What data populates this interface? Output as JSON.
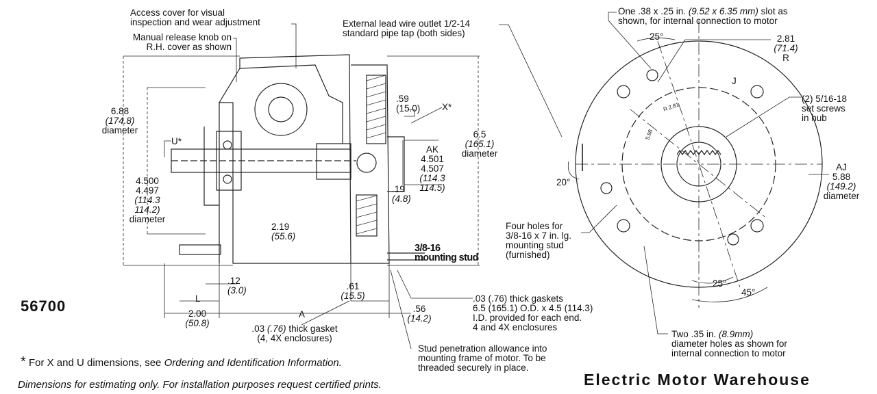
{
  "model": "56700",
  "brand": "Electric Motor Warehouse",
  "footnote": {
    "star": "*",
    "text_before": "For X and U dimensions, see ",
    "text_italic": "Ordering and Identification Information."
  },
  "disclaimer": "Dimensions for estimating only. For installation purposes request certified prints.",
  "side_view": {
    "access_cover": [
      "Access cover for visual",
      "inspection and wear adjustment"
    ],
    "release_knob": [
      "Manual release knob on",
      "R.H. cover as shown"
    ],
    "lead_wire": [
      "External lead wire outlet 1/2-14",
      "standard pipe tap (both sides)"
    ],
    "dim_688": "6.88",
    "dim_688_mm": "(174.8)",
    "dim_688_label": "diameter",
    "u_star": "U*",
    "x_star": "X*",
    "dim_059": ".59",
    "dim_059_mm": "(15.0)",
    "ak": "AK",
    "ak_1": "4.501",
    "ak_2": "4.507",
    "ak_mm1": "(114.3",
    "ak_mm2": "114.5)",
    "dim_65": "6.5",
    "dim_65_mm": "(165.1)",
    "dim_65_label": "diameter",
    "dim_019": ".19",
    "dim_019_mm": "(4.8)",
    "dim_4500": "4.500",
    "dim_4497": "4.497",
    "dim_4500_mm1": "(114.3",
    "dim_4500_mm2": "114.2)",
    "dim_4500_label": "diameter",
    "dim_219": "2.19",
    "dim_219_mm": "(55.6)",
    "stud_1": "3/8-16",
    "stud_2": "mounting stud",
    "dim_12": ".12",
    "dim_12_mm": "(3.0)",
    "L": "L",
    "dim_200": "2.00",
    "dim_200_mm": "(50.8)",
    "A": "A",
    "dim_061": ".61",
    "dim_061_mm": "(15.5)",
    "dim_056": ".56",
    "dim_056_mm": "(14.2)",
    "gasket_thin_prefix": ".03 ",
    "gasket_thin_italic": "(.76)",
    "gasket_thin_suffix": " thick gasket",
    "gasket_thin_2": "(4, 4X enclosures)",
    "gaskets": [
      ".03 (.76) thick gaskets",
      "6.5 (165.1) O.D. x 4.5 (114.3)",
      "I.D. provided for each end.",
      "4 and 4X enclosures"
    ],
    "stud_pen": [
      "Stud penetration allowance into",
      "mounting frame of motor. To be",
      "threaded securely in place."
    ]
  },
  "end_view": {
    "slot_prefix": "One .38 x .25 in. ",
    "slot_italic": "(9.52 x 6.35 mm)",
    "slot_suffix": " slot as",
    "slot_2": "shown, for internal connection to motor",
    "angle_25_top": "25°",
    "dim_281": "2.81",
    "dim_281_mm": "(71.4)",
    "R": "R",
    "J": "J",
    "set_screws": [
      "(2) 5/16-18",
      "set screws",
      "in hub"
    ],
    "hub_small_1": "R 2.81",
    "hub_small_2": "5.88",
    "angle_20": "20°",
    "aj": "AJ",
    "dim_588": "5.88",
    "dim_588_mm": "(149.2)",
    "dim_588_label": "diameter",
    "four_holes": [
      "Four holes for",
      "3/8-16 x 7 in. lg.",
      "mounting stud",
      "(furnished)"
    ],
    "angle_25_bottom": "25°",
    "angle_45": "45°",
    "two_holes_prefix": "Two .35 in. ",
    "two_holes_italic": "(8.9mm)",
    "two_holes_2": "diameter holes as shown for",
    "two_holes_3": "internal connection to motor"
  }
}
